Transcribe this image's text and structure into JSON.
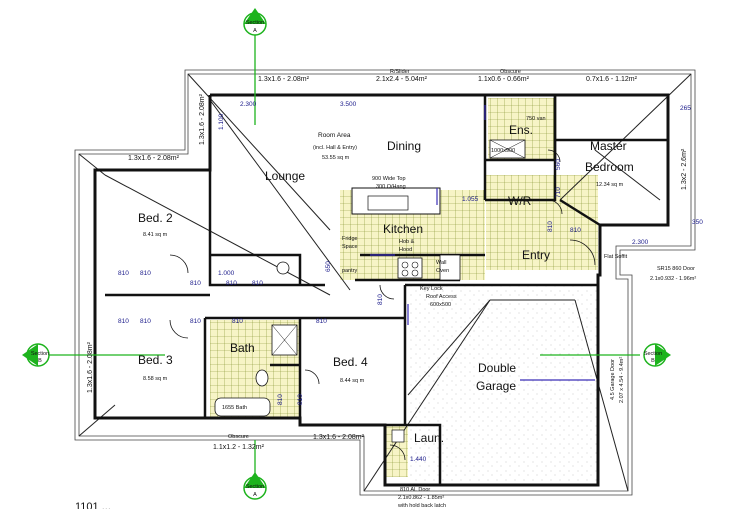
{
  "rooms": {
    "lounge": "Lounge",
    "room_area": "Room Area",
    "room_area_note": "(incl. Hall & Entry)",
    "room_area_size": "53.55 sq m",
    "dining": "Dining",
    "ens": "Ens.",
    "master_line1": "Master",
    "master_line2": "Bedroom",
    "master_size": "12.34 sq m",
    "wr": "W/R",
    "kitchen": "Kitchen",
    "entry": "Entry",
    "bed2": "Bed. 2",
    "bed2_size": "8.41 sq m",
    "bed3": "Bed. 3",
    "bed3_size": "8.58 sq m",
    "bath": "Bath",
    "bed4": "Bed. 4",
    "bed4_size": "8.44 sq m",
    "double_line1": "Double",
    "double_line2": "Garage",
    "laun": "Laun."
  },
  "windows": {
    "top1": "1.3x1.6 - 2.08m²",
    "top2_note": "R/Slider",
    "top2": "2.1x2.4 - 5.04m²",
    "top3_note": "Obscure",
    "top3": "1.1x0.6 - 0.66m²",
    "top4": "0.7x1.6 - 1.12m²",
    "left_lounge": "1.3x1.6 - 2.08m²",
    "bed2_top": "1.3x1.6 - 2.08m²",
    "bed3_left": "1.3x1.6 - 2.08m²",
    "bottom_obscure_note": "Obscure",
    "bottom_obscure": "1.1x1.2 - 1.32m²",
    "bed4_bottom": "1.3x1.6 - 2.08m²",
    "master_right": "1.3x2 - 2.6m²",
    "sr_door": "SR15 860 Door",
    "sr_door_size": "2.1x0.932 - 1.96m²",
    "garage_door": "4.5 Garage Door",
    "garage_door_size": "2.07 x 4.54 - 9.4m²",
    "al_door": "810 Al. Door",
    "al_door_size": "2.1x0.862 - 1.85m²",
    "al_door_note": "with hold back latch"
  },
  "dims": {
    "d2300a": "2.300",
    "d3500": "3.500",
    "d1100": "1.100",
    "d265": "265",
    "d350": "350",
    "d2300b": "2.300",
    "d1000": "1.000",
    "d1440": "1.440",
    "d1055": "1.055",
    "d650": "650",
    "d710": "710",
    "d560": "560"
  },
  "kitchen": {
    "bench": "900 Wide Top",
    "overhang": "300 O/Hang",
    "fridge": "Fridge",
    "space": "Space",
    "pantry": "pantry",
    "hob": "Hob &",
    "hood": "Hood",
    "oven": "Oven",
    "w_oven": "Wall"
  },
  "fixtures": {
    "bath_tub": "1655 Bath",
    "shower_ens": "1000x900",
    "roof_access": "Roof Access",
    "roof_access_size": "600x500",
    "key_lock": "Key Lock",
    "flat_soffit": "Flat Soffit",
    "van": "750 van"
  },
  "doors": [
    "810",
    "810",
    "810",
    "810",
    "810",
    "810",
    "810",
    "810",
    "810",
    "810",
    "810",
    "810",
    "810",
    "810",
    "810"
  ],
  "sections": {
    "label": "Section",
    "top": "A",
    "bottom": "A",
    "left": "B",
    "right": "B"
  },
  "footer_fragment": "1101 ..."
}
